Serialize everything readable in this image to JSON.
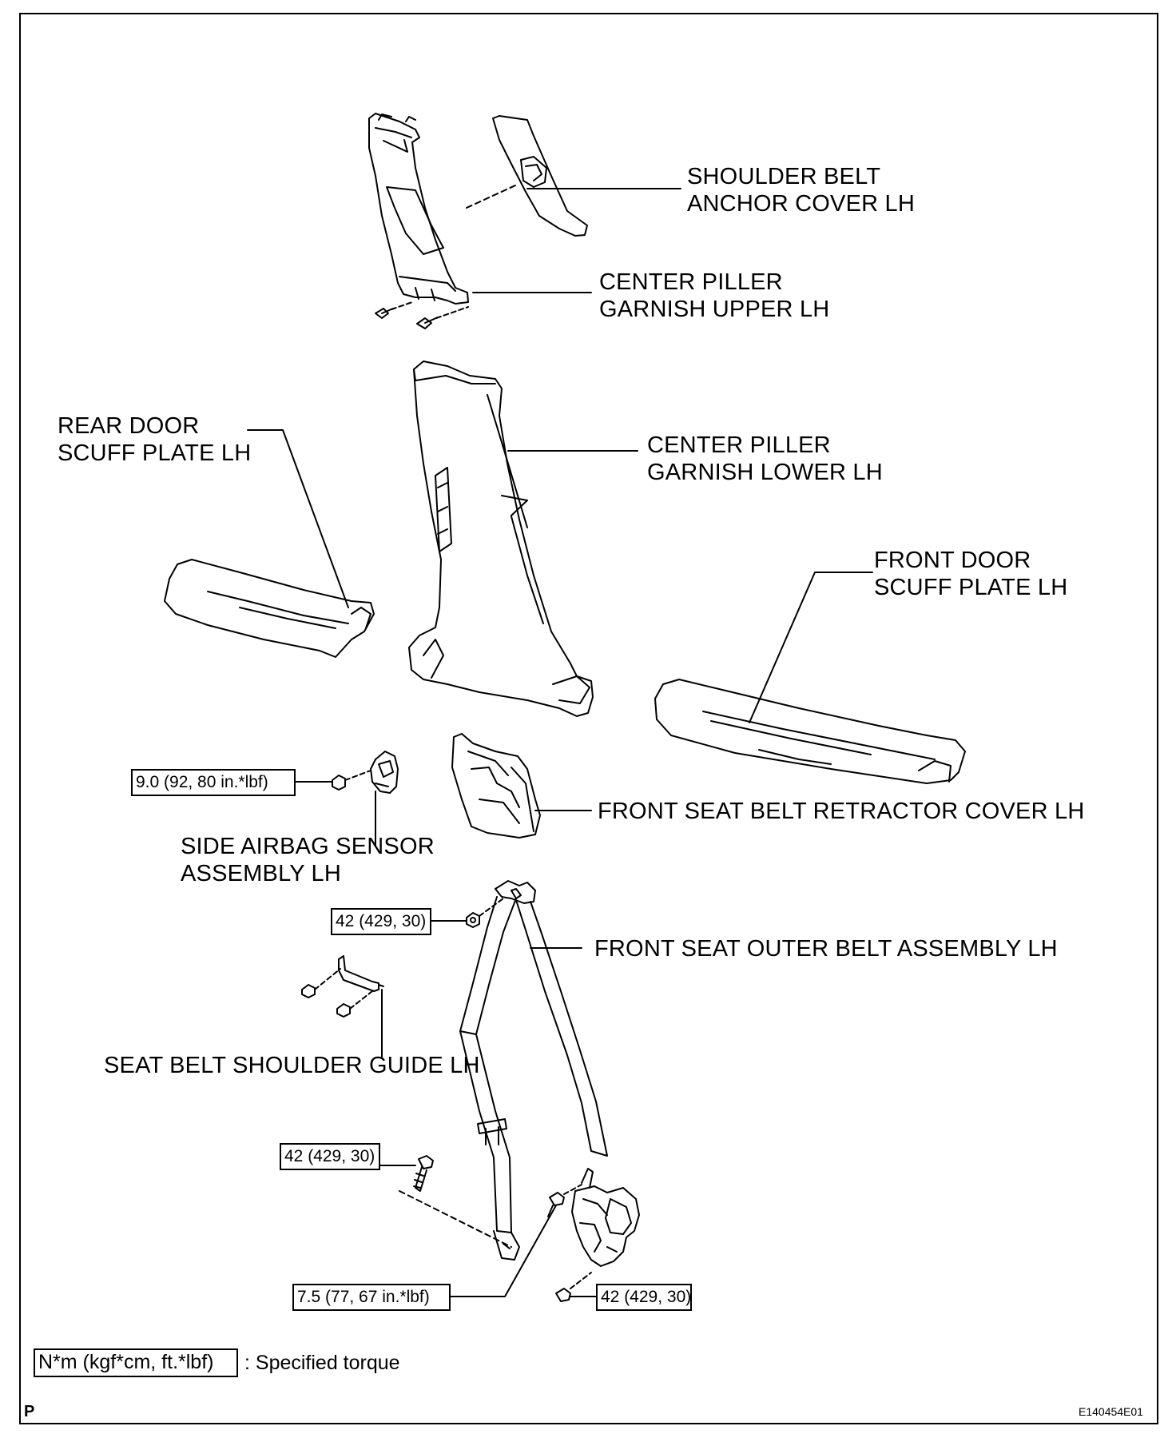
{
  "labels": {
    "shoulder_belt_anchor_cover": "SHOULDER BELT\nANCHOR COVER LH",
    "center_pillar_garnish_upper": "CENTER PILLER\nGARNISH UPPER LH",
    "rear_door_scuff_plate": "REAR DOOR\nSCUFF PLATE LH",
    "center_pillar_garnish_lower": "CENTER PILLER\nGARNISH LOWER LH",
    "front_door_scuff_plate": "FRONT DOOR\nSCUFF PLATE LH",
    "front_seat_belt_retractor_cover": "FRONT SEAT BELT RETRACTOR COVER LH",
    "side_airbag_sensor": "SIDE AIRBAG SENSOR\nASSEMBLY LH",
    "front_seat_outer_belt": "FRONT SEAT OUTER BELT ASSEMBLY LH",
    "seat_belt_shoulder_guide": "SEAT BELT SHOULDER GUIDE LH"
  },
  "torques": {
    "airbag_sensor_nut": "9.0 (92, 80 in.*lbf)",
    "belt_upper_anchor": "42 (429, 30)",
    "belt_floor_anchor_bolt": "42 (429, 30)",
    "guide_bolt": "7.5 (77, 67 in.*lbf)",
    "retractor_bolt": "42 (429, 30)"
  },
  "legend": {
    "box_text": "N*m (kgf*cm, ft.*lbf)",
    "description": ": Specified torque"
  },
  "footer": {
    "left_mark": "P",
    "figure_id": "E140454E01"
  }
}
